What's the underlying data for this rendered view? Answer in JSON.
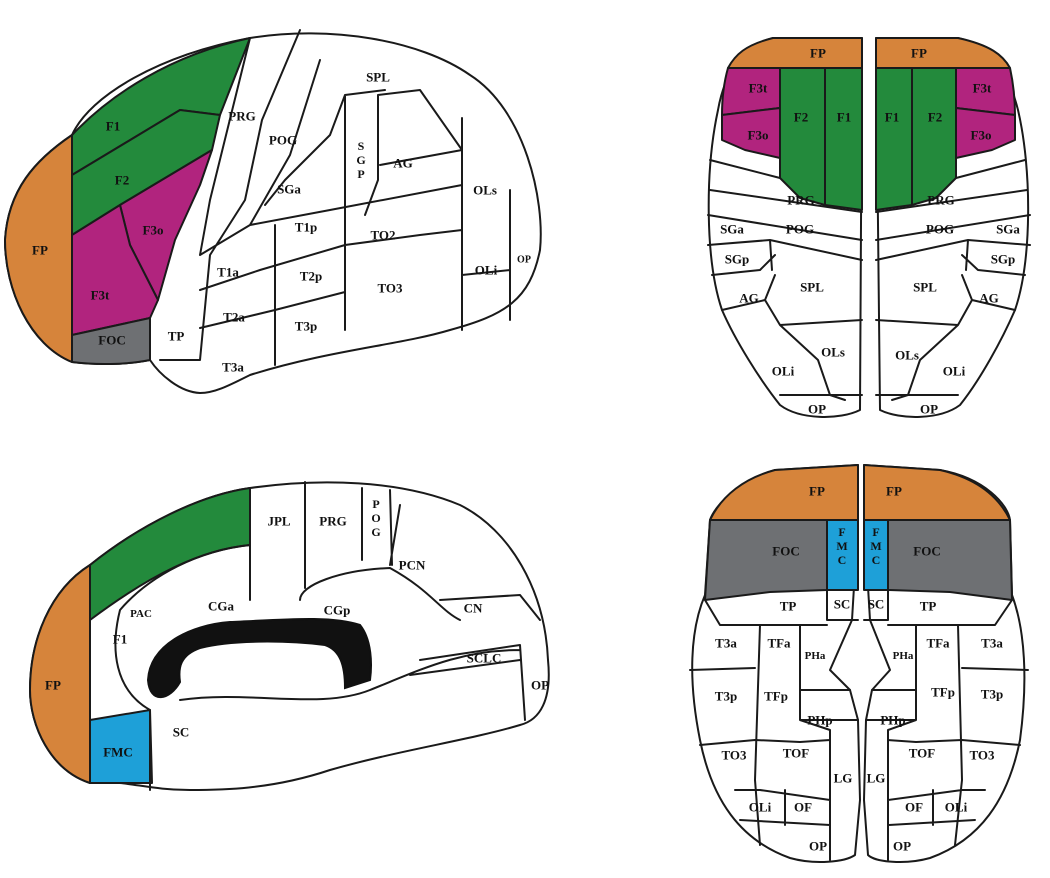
{
  "colors": {
    "orange": "#d6843b",
    "green": "#238a3c",
    "magenta": "#b1247e",
    "gray": "#6e7073",
    "blue": "#1ea0d8",
    "black": "#111111",
    "white": "#ffffff"
  },
  "lateral_view": {
    "labels": {
      "fp": "FP",
      "f1": "F1",
      "f2": "F2",
      "f3o": "F3o",
      "f3t": "F3t",
      "foc": "FOC",
      "prg": "PRG",
      "pog": "POG",
      "spl": "SPL",
      "sgp": "S G P",
      "ag": "AG",
      "sga": "SGa",
      "t1p": "T1p",
      "to2": "TO2",
      "ols": "OLs",
      "oli": "OLi",
      "op": "OP",
      "t1a": "T1a",
      "t2p": "T2p",
      "to3": "TO3",
      "t2a": "T2a",
      "t3p": "T3p",
      "tp": "TP",
      "t3a": "T3a"
    }
  },
  "superior_view": {
    "labels": {
      "fp": "FP",
      "f3t": "F3t",
      "f3o": "F3o",
      "f2": "F2",
      "f1": "F1",
      "prg": "PRG",
      "sga": "SGa",
      "pog": "POG",
      "sgp": "SGp",
      "spl": "SPL",
      "ag": "AG",
      "ols": "OLs",
      "oli": "OLi",
      "op": "OP"
    }
  },
  "medial_view": {
    "labels": {
      "f1": "F1",
      "jpl": "JPL",
      "prg": "PRG",
      "pog": "P O G",
      "pcn": "PCN",
      "pac": "PAC",
      "cga": "CGa",
      "cgp": "CGp",
      "cn": "CN",
      "sclc": "SCLC",
      "fp": "FP",
      "op": "OP",
      "fmc": "FMC",
      "sc": "SC"
    }
  },
  "inferior_view": {
    "labels": {
      "fp": "FP",
      "foc": "FOC",
      "fmc": "F M C",
      "sc": "SC",
      "tp": "TP",
      "t3a": "T3a",
      "tfa": "TFa",
      "pha": "PHa",
      "t3p": "T3p",
      "tfp": "TFp",
      "php": "PHp",
      "to3": "TO3",
      "tof": "TOF",
      "lg": "LG",
      "oli": "OLi",
      "of": "OF",
      "op": "OP"
    }
  }
}
